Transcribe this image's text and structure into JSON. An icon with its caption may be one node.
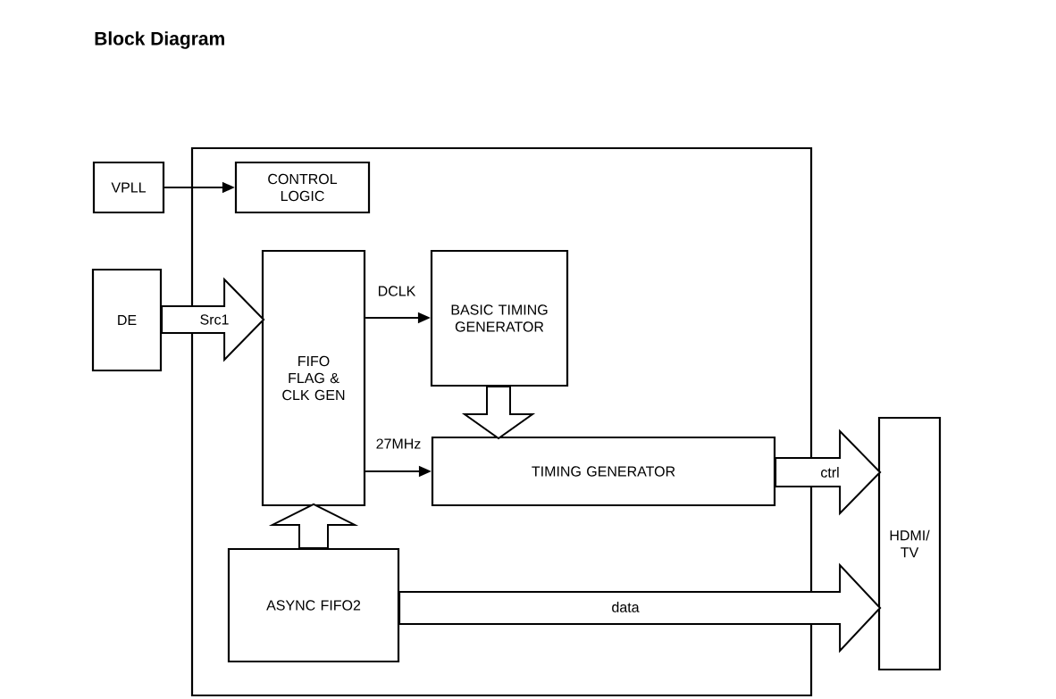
{
  "diagram": {
    "title": "Block Diagram",
    "nodes": [
      {
        "text": [],
        "shape": "box"
      },
      {
        "text": [
          "VPLL"
        ]
      },
      {
        "text": [
          "CONTROL LOGIC"
        ],
        "in": 0
      },
      {
        "text": [
          "DE"
        ]
      },
      {
        "text": [
          "FIFO FLAG & CLK GEN"
        ],
        "in": 0
      },
      {
        "text": [
          "BASIC TIMING GENERATOR"
        ],
        "in": 0
      },
      {
        "text": [
          "TIMING GENERATOR"
        ],
        "in": 0
      },
      {
        "text": [
          "ASYNC FIFO2"
        ],
        "in": 0
      },
      {
        "text": [
          "HDMI/ TV"
        ]
      }
    ],
    "edges": [
      {
        "from": 1,
        "to": 2,
        "arrow": "to"
      },
      {
        "from": 3,
        "to": 4,
        "arrow": "to",
        "label": "Src1",
        "style": "thick"
      },
      {
        "from": 4,
        "to": 5,
        "arrow": "to",
        "label": "DCLK"
      },
      {
        "from": 5,
        "to": 6,
        "arrow": "to",
        "style": "thick"
      },
      {
        "from": 4,
        "to": 6,
        "arrow": "to",
        "label": "27MHz"
      },
      {
        "from": 7,
        "to": 4,
        "arrow": "to",
        "style": "thick"
      },
      {
        "from": 6,
        "to": 8,
        "arrow": "to",
        "label": "ctrl",
        "style": "thick"
      },
      {
        "from": 7,
        "to": 8,
        "arrow": "to",
        "label": "data",
        "style": "thick"
      }
    ]
  }
}
